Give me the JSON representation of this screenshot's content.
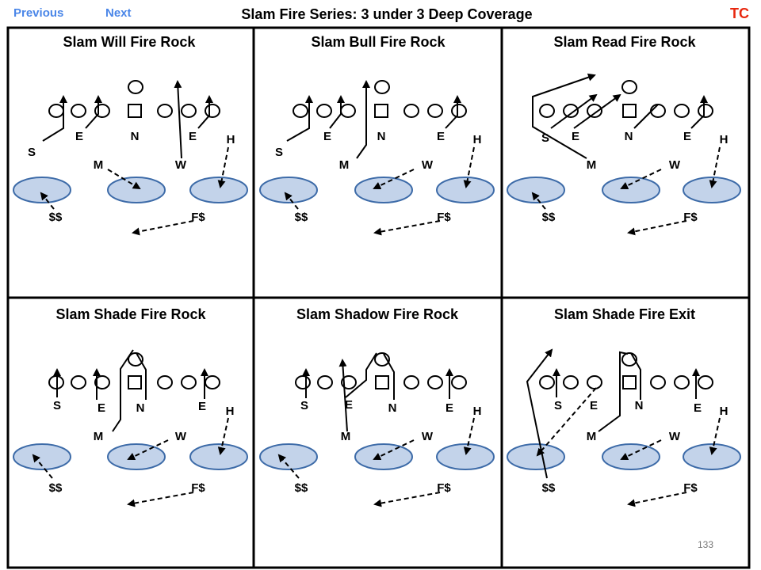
{
  "nav": {
    "previous": "Previous",
    "next": "Next",
    "tc": "TC"
  },
  "title": "Slam Fire Series: 3 under 3 Deep Coverage",
  "page_number": "133",
  "colors": {
    "nav_link": "#4a86e8",
    "tc_link": "#e8280f",
    "zone_fill": "#c3d3ea",
    "zone_stroke": "#3d6ba8",
    "line": "#000000"
  },
  "panels": [
    {
      "title": "Slam Will Fire Rock",
      "labels": {
        "E1": "E",
        "N": "N",
        "E2": "E",
        "S": "S",
        "H": "H",
        "M": "M",
        "W": "W",
        "SS": "$$",
        "FS": "F$"
      }
    },
    {
      "title": "Slam Bull Fire Rock",
      "labels": {
        "E1": "E",
        "N": "N",
        "E2": "E",
        "S": "S",
        "H": "H",
        "M": "M",
        "W": "W",
        "SS": "$$",
        "FS": "F$"
      }
    },
    {
      "title": "Slam Read Fire Rock",
      "labels": {
        "S": "S",
        "E1": "E",
        "N": "N",
        "E2": "E",
        "H": "H",
        "M": "M",
        "W": "W",
        "SS": "$$",
        "FS": "F$"
      }
    },
    {
      "title": "Slam Shade Fire Rock",
      "labels": {
        "S": "S",
        "E1": "E",
        "N": "N",
        "E2": "E",
        "H": "H",
        "M": "M",
        "W": "W",
        "SS": "$$",
        "FS": "F$"
      }
    },
    {
      "title": "Slam Shadow Fire Rock",
      "labels": {
        "S": "S",
        "E1": "E",
        "N": "N",
        "E2": "E",
        "H": "H",
        "M": "M",
        "W": "W",
        "SS": "$$",
        "FS": "F$"
      }
    },
    {
      "title": "Slam Shade Fire Exit",
      "labels": {
        "S": "S",
        "E1": "E",
        "N": "N",
        "E2": "E",
        "H": "H",
        "M": "M",
        "W": "W",
        "SS": "$$",
        "FS": "F$"
      }
    }
  ]
}
